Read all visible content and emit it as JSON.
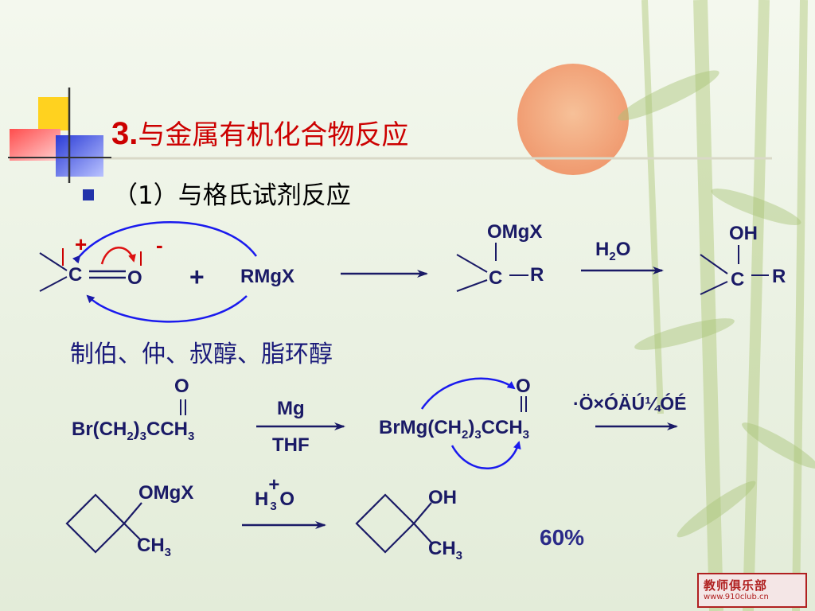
{
  "title": {
    "number": "3.",
    "text": "与金属有机化合物反应"
  },
  "subtitle": "（1）与格氏试剂反应",
  "reaction1": {
    "carbonyl_c": "C",
    "carbonyl_o": "O",
    "partial_plus": "+",
    "partial_minus": "-",
    "plus_sign": "+",
    "reagent": "RMgX",
    "inter_top": "OMgX",
    "inter_c": "C",
    "inter_r": "R",
    "water_h": "H",
    "water_2": "2",
    "water_o": "O",
    "prod_top": "OH",
    "prod_c": "C",
    "prod_r": "R"
  },
  "note": "制伯、仲、叔醇、脂环醇",
  "reaction2": {
    "ketone_o": "O",
    "sm_br": "Br(CH",
    "sm_sub2": "2",
    "sm_paren": ")",
    "sm_sub3": "3",
    "sm_cch": "CCH",
    "sm_sub3b": "3",
    "reagent_top": "Mg",
    "reagent_bottom": "THF",
    "mid_o": "O",
    "mid_brmg": "BrMg(CH",
    "mid_sub2": "2",
    "mid_paren": ")",
    "mid_sub3": "3",
    "mid_cch": "CCH",
    "mid_sub3b": "3",
    "garbled_label": "·Ö×ÓÄÚ¼ÓÉ"
  },
  "reaction3": {
    "sm_top": "OMgX",
    "sm_bottom": "CH",
    "sm_bottom_sub": "3",
    "acid_h": "H",
    "acid_plus": "+",
    "acid_sub": "3",
    "acid_o": "O",
    "prod_top": "OH",
    "prod_bottom": "CH",
    "prod_bottom_sub": "3",
    "yield": "60%"
  },
  "stamp": {
    "main": "教师俱乐部",
    "url": "www.910club.cn"
  }
}
